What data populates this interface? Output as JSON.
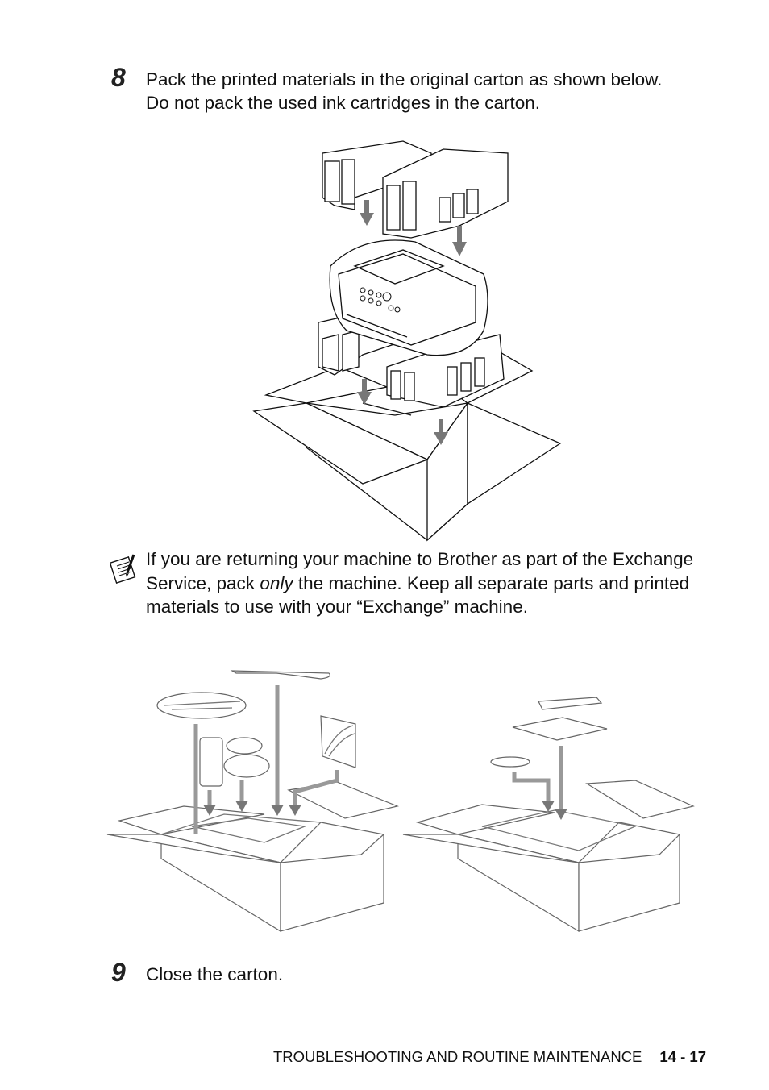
{
  "step8": {
    "number": "8",
    "line1": "Pack the printed materials in the original carton as shown below.",
    "line2": "Do not pack the used ink cartridges in the carton."
  },
  "note": {
    "icon": "notepad-pencil-icon",
    "text_before": "If you are returning your machine to Brother as part of the Exchange Service, pack ",
    "emphasis": "only",
    "text_after": " the machine. Keep all separate parts and printed materials to use with your “Exchange” machine."
  },
  "step9": {
    "number": "9",
    "text": "Close the carton."
  },
  "footer": {
    "section": "TROUBLESHOOTING AND ROUTINE MAINTENANCE",
    "page": "14 - 17"
  }
}
